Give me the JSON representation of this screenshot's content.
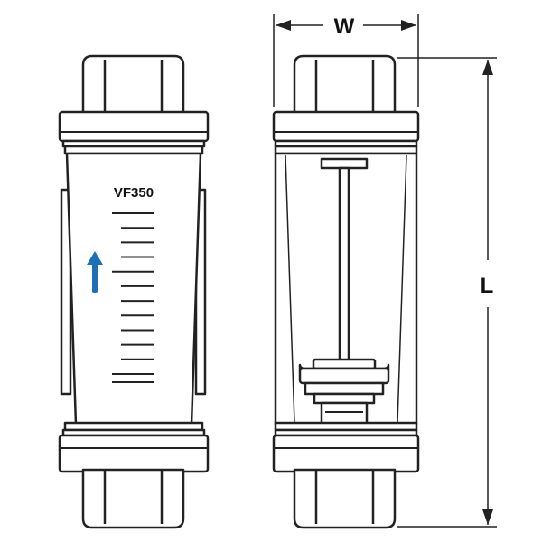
{
  "model_label": "VF350",
  "dimension_width_label": "W",
  "dimension_length_label": "L",
  "flow_arrow_color": "#1f6fb5",
  "line_color": "#222222",
  "tick_count": 12
}
